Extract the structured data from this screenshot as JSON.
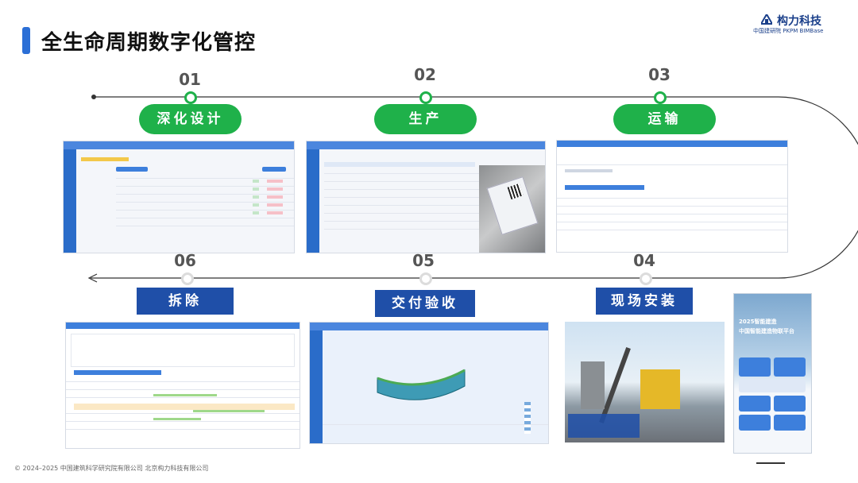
{
  "slide": {
    "title": "全生命周期数字化管控",
    "footer": "© 2024–2025 中国建筑科学研究院有限公司 北京构力科技有限公司",
    "logo": {
      "name_cn": "构力科技",
      "sub_text": "中国建研院 PKPM BIMBase"
    }
  },
  "steps": [
    {
      "num": "01",
      "label": "深化设计"
    },
    {
      "num": "02",
      "label": "生产"
    },
    {
      "num": "03",
      "label": "运输"
    },
    {
      "num": "04",
      "label": "现场安装"
    },
    {
      "num": "05",
      "label": "交付验收"
    },
    {
      "num": "06",
      "label": "拆除"
    }
  ],
  "phone": {
    "banner_title": "2025智能建造",
    "banner_sub": "中国智能建造物联平台"
  },
  "colors": {
    "accent_green": "#1fb14a",
    "accent_blue": "#1f4fa8",
    "title_bar": "#2b6fd6"
  }
}
